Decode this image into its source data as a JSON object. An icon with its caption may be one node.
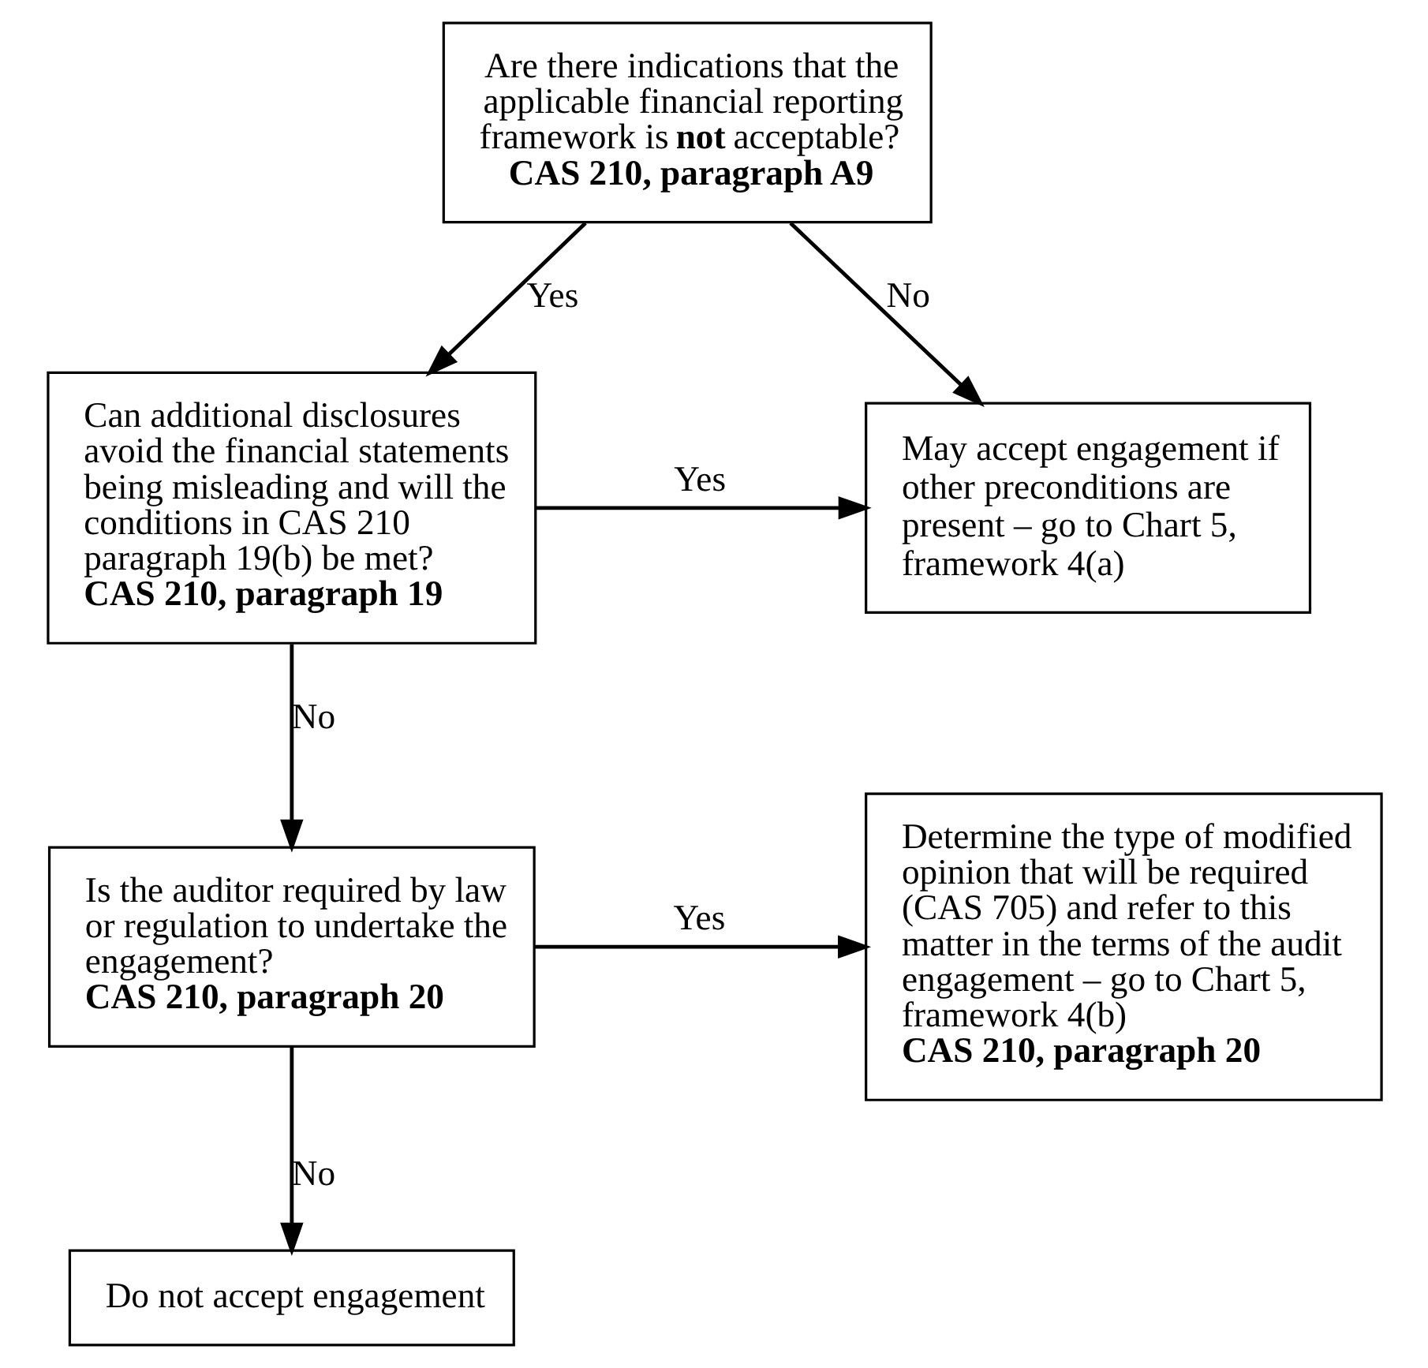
{
  "diagram": {
    "nodes": [
      {
        "text": [
          "Are there indications that the applicable financial reporting framework is **not** acceptable?",
          "CAS 210, paragraph A9"
        ]
      },
      {
        "text": [
          "Can additional disclosures avoid the financial statements being misleading and will the conditions in CAS 210 paragraph 19(b) be met?",
          "CAS 210, paragraph 19"
        ]
      },
      {
        "text": [
          "May accept engagement if other preconditions are present – go to Chart 5, framework 4(a)"
        ]
      },
      {
        "text": [
          "Is the auditor required by law or regulation to undertake the engagement?",
          "CAS 210, paragraph 20"
        ]
      },
      {
        "text": [
          "Determine the type of modified opinion that will be required (CAS 705) and refer to this matter in the terms of the audit engagement – go to Chart 5, framework 4(b)",
          "CAS 210, paragraph 20"
        ]
      },
      {
        "text": [
          "Do not accept engagement"
        ]
      }
    ],
    "edges": [
      {
        "from": 0,
        "to": 2,
        "arrow": "to",
        "label": "No"
      },
      {
        "from": 0,
        "to": 1,
        "arrow": "to",
        "label": "Yes"
      },
      {
        "from": 1,
        "to": 2,
        "arrow": "to",
        "label": "Yes"
      },
      {
        "from": 1,
        "to": 3,
        "arrow": "to",
        "label": "No"
      },
      {
        "from": 3,
        "to": 4,
        "arrow": "to",
        "label": "Yes"
      },
      {
        "from": 3,
        "to": 5,
        "arrow": "to",
        "label": "No"
      }
    ]
  }
}
